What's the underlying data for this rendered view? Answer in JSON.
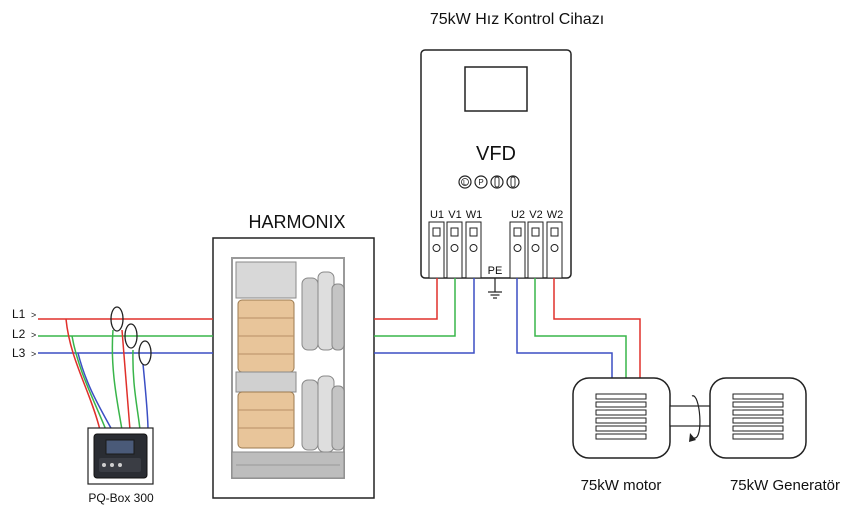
{
  "vfd": {
    "title": "75kW Hız Kontrol Cihazı",
    "label": "VFD",
    "symbols": [
      "L",
      "P",
      "U",
      "U"
    ],
    "terminals": {
      "input": [
        "U1",
        "V1",
        "W1"
      ],
      "output": [
        "U2",
        "V2",
        "W2"
      ],
      "ground": "PE"
    }
  },
  "filter": {
    "label": "HARMONIX"
  },
  "lines": [
    "L1",
    "L2",
    "L3"
  ],
  "analyzer": {
    "label": "PQ-Box 300"
  },
  "motor": {
    "label": "75kW motor"
  },
  "generator": {
    "label": "75kW Generatör"
  },
  "colors": {
    "phase1": "#e0302b",
    "phase2": "#39b54a",
    "phase3": "#3b4fc4",
    "outline": "#222222"
  }
}
